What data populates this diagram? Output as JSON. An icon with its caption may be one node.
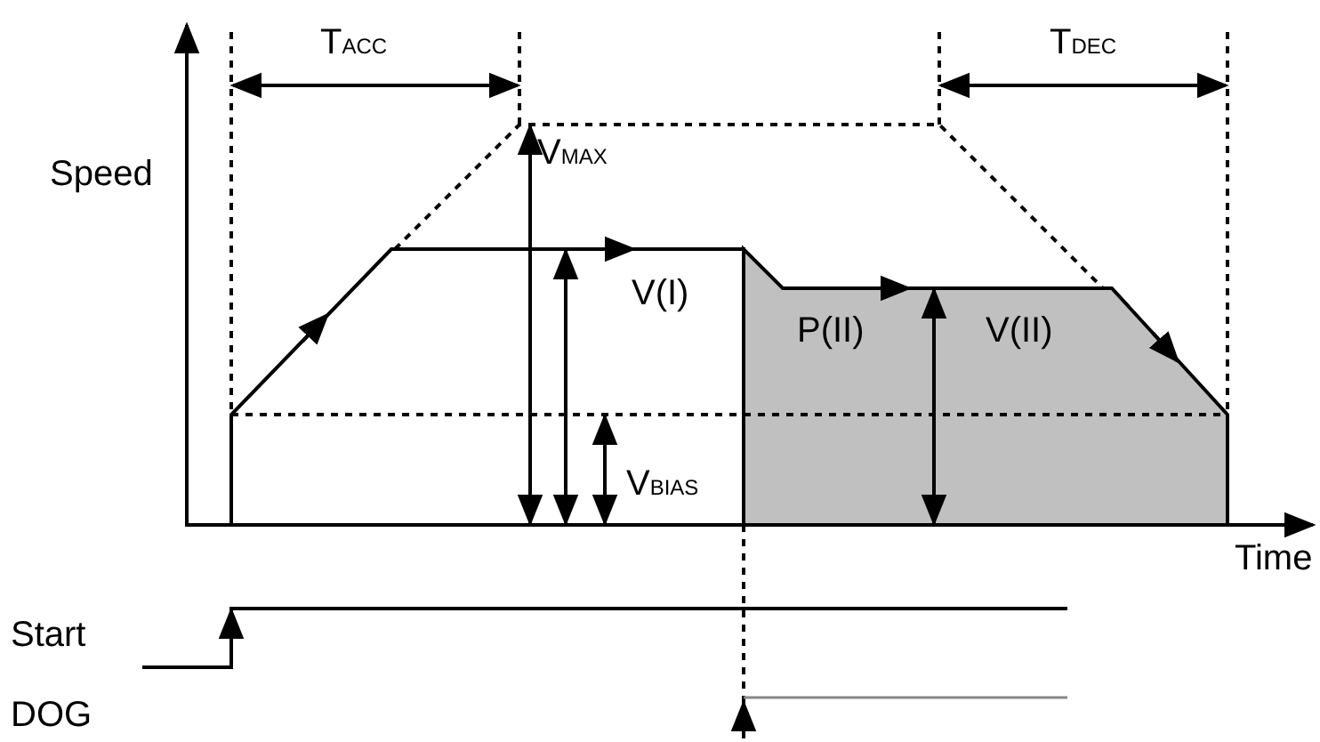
{
  "diagram": {
    "labels": [
      "Speed",
      "T$_{ACC}$",
      "T$_{DEC}$",
      "V$_{MAX}$",
      "V(I)",
      "P(II)",
      "V(II)",
      "V$_{BIAS}$",
      "Time",
      "Start",
      "DOG"
    ]
  }
}
